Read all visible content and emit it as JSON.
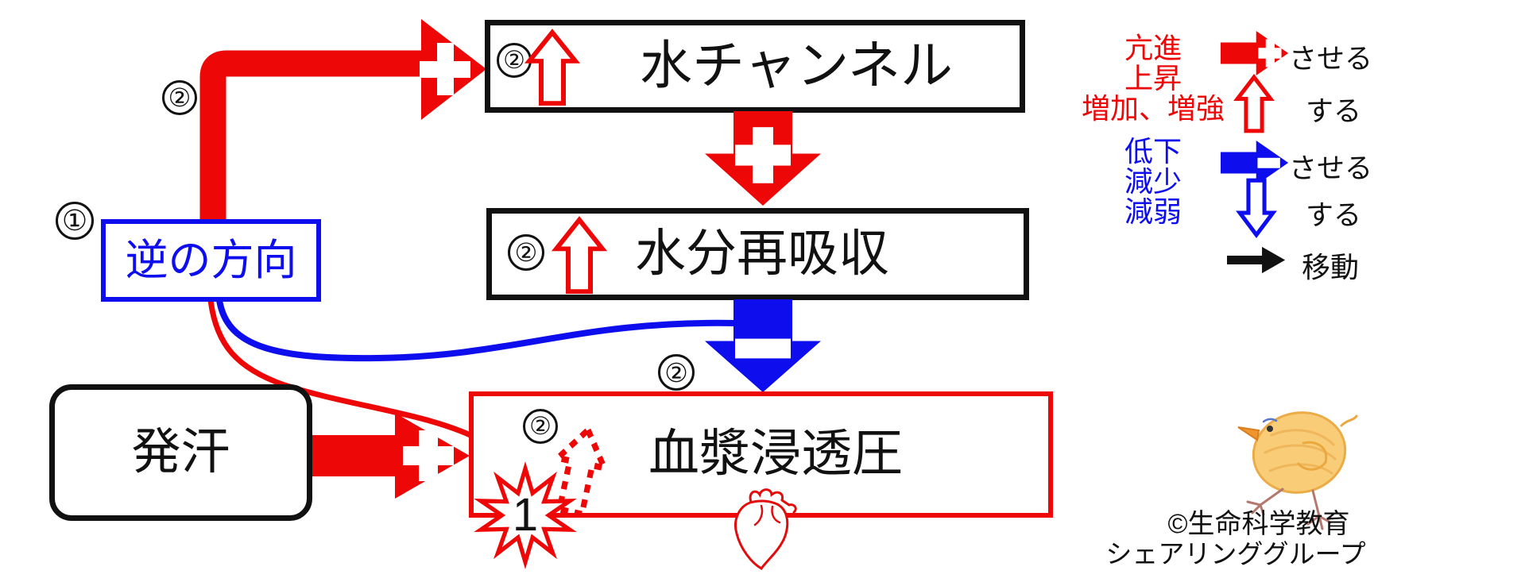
{
  "colors": {
    "red": "#ee0707",
    "blue": "#0d0dee",
    "black": "#111111"
  },
  "nodes": {
    "water_channel": {
      "number": "②",
      "label": "水チャンネル"
    },
    "water_reabsorption": {
      "number": "②",
      "label": "水分再吸収"
    },
    "plasma_osmotic_pressure": {
      "number": "②",
      "label": "血漿浸透圧",
      "burst_number": "1"
    },
    "sweating": {
      "label": "発汗"
    },
    "reverse_direction": {
      "marker": "①",
      "label": "逆の方向"
    }
  },
  "connectors": {
    "elbow_number": "②",
    "blue_arrow_number": "②"
  },
  "legend": {
    "increase": {
      "terms": [
        "亢進",
        "上昇",
        "増加、増強"
      ],
      "solid_arrow_label": "させる",
      "outline_arrow_label": "する"
    },
    "decrease": {
      "terms": [
        "低下",
        "減少",
        "減弱"
      ],
      "solid_arrow_label": "させる",
      "outline_arrow_label": "する"
    },
    "move_label": "移動"
  },
  "credit": {
    "line1": "©生命科学教育",
    "line2": "シェアリンググループ"
  }
}
